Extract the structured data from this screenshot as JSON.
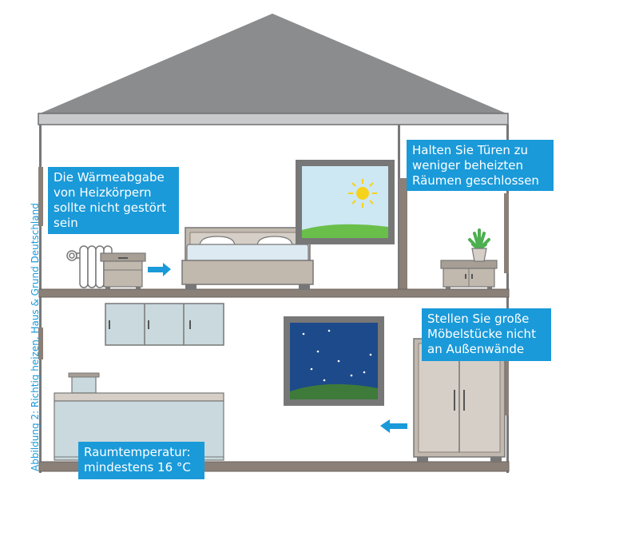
{
  "callouts": {
    "heater": {
      "lines": [
        "Die Wärmeabgabe",
        "von Heizkörpern",
        "sollte nicht gestört",
        "sein"
      ]
    },
    "doors": {
      "lines": [
        "Halten Sie Türen zu",
        "weniger beheizten",
        "Räumen geschlossen"
      ]
    },
    "furniture": {
      "lines": [
        "Stellen Sie große",
        "Möbelstücke nicht",
        "an Außenwände"
      ]
    },
    "temperature": {
      "lines": [
        "Raumtemperatur:",
        "mindestens 16 °C"
      ]
    }
  },
  "caption": "Abbildung  2: Richtig heizen, Haus & Grund Deutschland",
  "colors": {
    "callout": "#1a9ad9",
    "roof": "#8a8c8e",
    "wall": "#777777",
    "furniture": "#c1b8ae",
    "cabinet": "#c9d9dd",
    "sky_day": "#cde7f3",
    "sky_night": "#1d4a8a",
    "sun": "#f5d21c",
    "grass": "#6abf4b"
  }
}
